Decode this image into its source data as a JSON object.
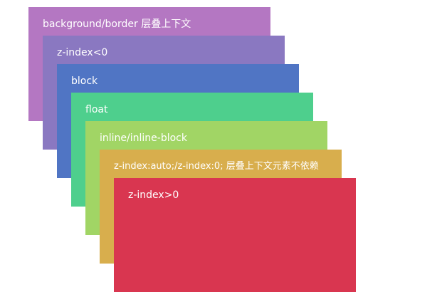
{
  "layers": [
    {
      "label": "background/border 层叠上下文",
      "color": "#b477c2"
    },
    {
      "label": "z-index<0",
      "color": "#8a78c1"
    },
    {
      "label": "block",
      "color": "#5075c4"
    },
    {
      "label": "float",
      "color": "#4ecf8d"
    },
    {
      "label": "inline/inline-block",
      "color": "#a1d565"
    },
    {
      "label": "z-index:auto;/z-index:0; 层叠上下文元素不依赖",
      "color": "#d8ae4d"
    },
    {
      "label": "z-index>0",
      "color": "#d93650"
    }
  ]
}
